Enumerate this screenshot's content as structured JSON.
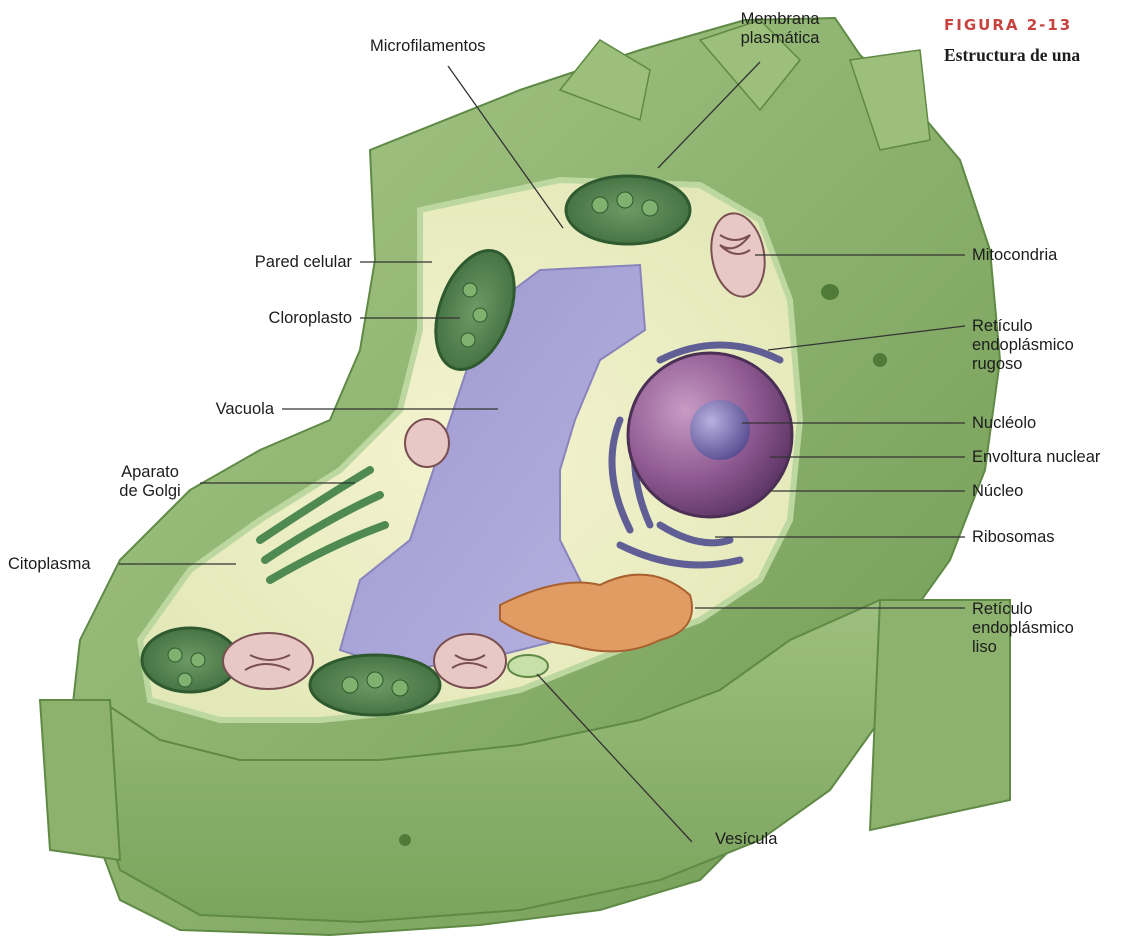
{
  "figure": {
    "number": "FIGURA 2-13",
    "caption": "Estructura de una"
  },
  "labels": {
    "microfilamentos": "Microfilamentos",
    "membrana_plasmatica": [
      "Membrana",
      "plasmática"
    ],
    "pared_celular": "Pared celular",
    "cloroplasto": "Cloroplasto",
    "vacuola": "Vacuola",
    "aparato_golgi": [
      "Aparato",
      "de Golgi"
    ],
    "citoplasma": "Citoplasma",
    "mitocondria": "Mitocondria",
    "reticulo_rugoso": [
      "Retículo",
      "endoplásmico",
      "rugoso"
    ],
    "nucleolo": "Nucléolo",
    "envoltura_nuclear": "Envoltura nuclear",
    "nucleo": "Núcleo",
    "ribosomas": "Ribosomas",
    "reticulo_liso": [
      "Retículo",
      "endoplásmico",
      "liso"
    ],
    "vesicula": "Vesícula"
  }
}
